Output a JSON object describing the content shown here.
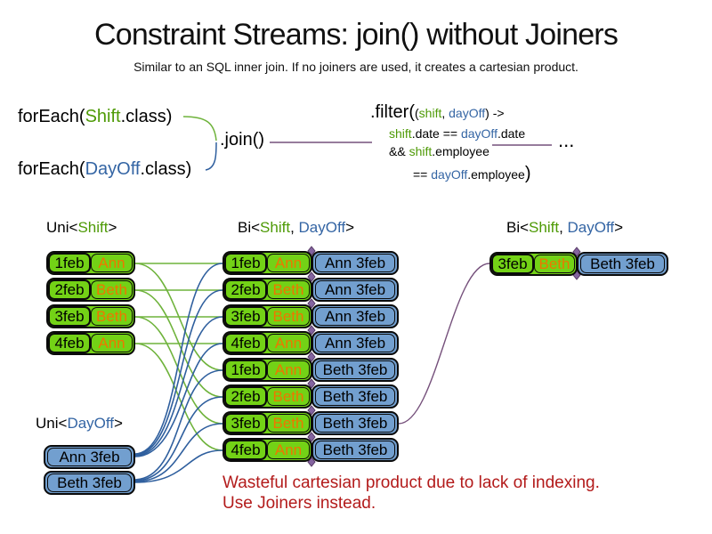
{
  "title": "Constraint Streams: join() without Joiners",
  "subtitle": "Similar to an SQL inner join. If no joiners are used, it creates a cartesian product.",
  "code": {
    "foreach_shift": {
      "pre": "forEach(",
      "cls": "Shift",
      "post": ".class)"
    },
    "foreach_dayoff": {
      "pre": "forEach(",
      "cls": "DayOff",
      "post": ".class)"
    },
    "join_label": ".join()",
    "ellipsis": "...",
    "filter": {
      "f1a": ".filter(",
      "f1b": "(",
      "f1c": "shift",
      "f1d": ", ",
      "f1e": "dayOff",
      "f1f": ") ->",
      "f2a": "shift",
      "f2b": ".date == ",
      "f2c": "dayOff",
      "f2d": ".date",
      "f3a": "&& ",
      "f3b": "shift",
      "f3c": ".employee",
      "f4a": "== ",
      "f4b": "dayOff",
      "f4c": ".employee",
      "f4d": ")"
    }
  },
  "headers": {
    "uni_shift": {
      "pre": "Uni<",
      "name": "Shift",
      "post": ">"
    },
    "bi_middle": {
      "pre": "Bi<",
      "shift": "Shift",
      "sep": ", ",
      "dayoff": "DayOff",
      "post": ">"
    },
    "bi_right": {
      "pre": "Bi<",
      "shift": "Shift",
      "sep": ", ",
      "dayoff": "DayOff",
      "post": ">"
    },
    "uni_dayoff": {
      "pre": "Uni<",
      "name": "DayOff",
      "post": ">"
    }
  },
  "shift_rows": [
    {
      "date": "1feb",
      "employee": "Ann"
    },
    {
      "date": "2feb",
      "employee": "Beth"
    },
    {
      "date": "3feb",
      "employee": "Beth"
    },
    {
      "date": "4feb",
      "employee": "Ann"
    }
  ],
  "dayoff_rows": [
    {
      "label": "Ann 3feb"
    },
    {
      "label": "Beth 3feb"
    }
  ],
  "bi_rows": [
    {
      "date": "1feb",
      "employee": "Ann",
      "dayoff": "Ann 3feb"
    },
    {
      "date": "2feb",
      "employee": "Beth",
      "dayoff": "Ann 3feb"
    },
    {
      "date": "3feb",
      "employee": "Beth",
      "dayoff": "Ann 3feb"
    },
    {
      "date": "4feb",
      "employee": "Ann",
      "dayoff": "Ann 3feb"
    },
    {
      "date": "1feb",
      "employee": "Ann",
      "dayoff": "Beth 3feb"
    },
    {
      "date": "2feb",
      "employee": "Beth",
      "dayoff": "Beth 3feb"
    },
    {
      "date": "3feb",
      "employee": "Beth",
      "dayoff": "Beth 3feb"
    },
    {
      "date": "4feb",
      "employee": "Ann",
      "dayoff": "Beth 3feb"
    }
  ],
  "result_row": {
    "date": "3feb",
    "employee": "Beth",
    "dayoff": "Beth 3feb"
  },
  "warning": {
    "line1": "Wasteful cartesian product due to lack of indexing.",
    "line2": "Use Joiners instead."
  },
  "colors": {
    "shift_green_fill": "#73D216",
    "dayoff_blue_fill": "#729FCF",
    "shift_text_green": "#4E9A06",
    "dayoff_text_blue": "#3465A4",
    "employee_orange": "#EE7600",
    "warning_red": "#B31B1B",
    "connector_purple": "#75507B",
    "link_green": "#6FB33C",
    "link_blue": "#2F5F9E",
    "diamond_purple": "#8464A0"
  }
}
